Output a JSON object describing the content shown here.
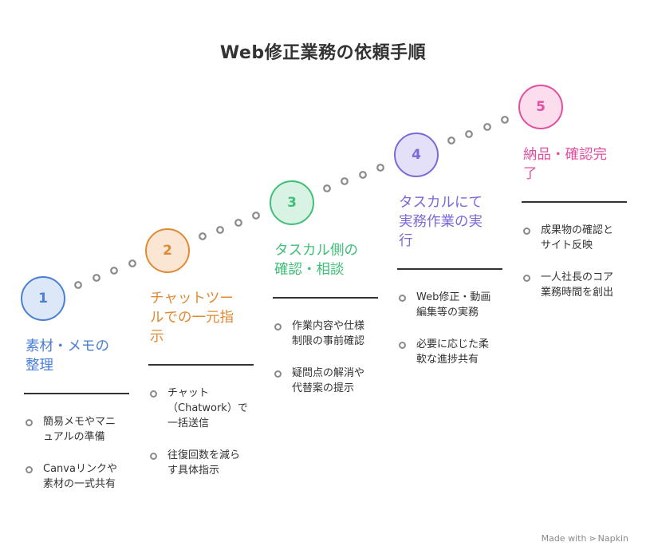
{
  "title": "Web修正業務の依頼手順",
  "steps": [
    {
      "number": "1",
      "heading": "素材・メモの\n整理",
      "color": "#4a7fd6",
      "fill": "#dce8f8",
      "bullets": [
        "簡易メモやマニ\nュアルの準備",
        "Canvaリンクや\n素材の一式共有"
      ]
    },
    {
      "number": "2",
      "heading": "チャットツー\nルでの一元指\n示",
      "color": "#e08a35",
      "fill": "#fbe6d3",
      "bullets": [
        "チャット\n（Chatwork）で\n一括送信",
        "往復回数を減ら\nす具体指示"
      ]
    },
    {
      "number": "3",
      "heading": "タスカル側の\n確認・相談",
      "color": "#3fbf78",
      "fill": "#d8f3e4",
      "bullets": [
        "作業内容や仕様\n制限の事前確認",
        "疑問点の解消や\n代替案の提示"
      ]
    },
    {
      "number": "4",
      "heading": "タスカルにて\n実務作業の実\n行",
      "color": "#7a6ad8",
      "fill": "#e4e0f8",
      "bullets": [
        "Web修正・動画\n編集等の実務",
        "必要に応じた柔\n軟な進捗共有"
      ]
    },
    {
      "number": "5",
      "heading": "納品・確認完\n了",
      "color": "#e24fa0",
      "fill": "#fbdded",
      "bullets": [
        "成果物の確認と\nサイト反映",
        "一人社長のコア\n業務時間を創出"
      ]
    }
  ],
  "footer": {
    "made_with": "Made with",
    "brand": "Napkin",
    "logo_icon": "napkin-logo-icon"
  }
}
